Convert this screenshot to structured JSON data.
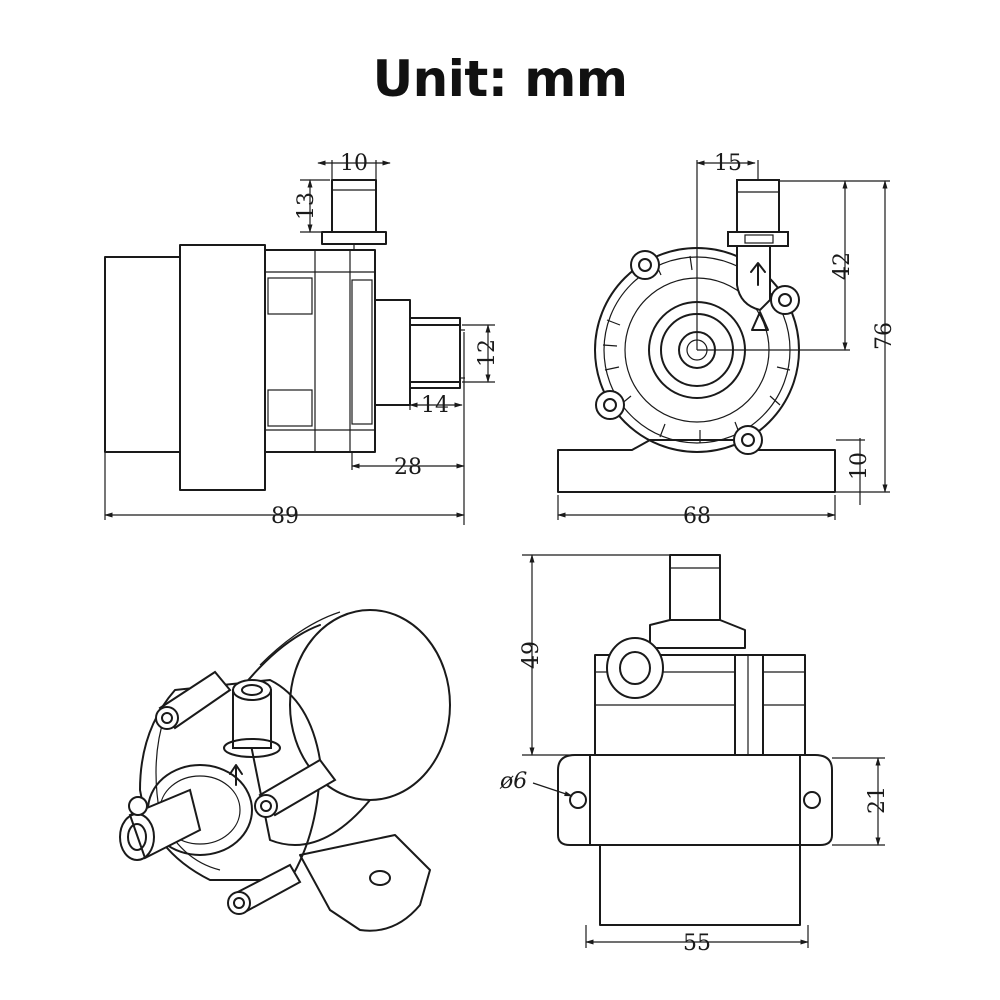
{
  "title": "Unit: mm",
  "dimensions": {
    "side_outlet_width": "10",
    "side_outlet_height": "13",
    "side_inlet_dia": "12",
    "side_inlet_length": "14",
    "side_head_length": "28",
    "side_total_length": "89",
    "front_outlet_offset": "15",
    "front_outlet_height": "42",
    "front_total_height": "76",
    "front_base_height": "10",
    "front_base_width": "68",
    "back_height": "49",
    "hole_dia": "ø6",
    "back_base_height": "21",
    "back_width": "55"
  }
}
